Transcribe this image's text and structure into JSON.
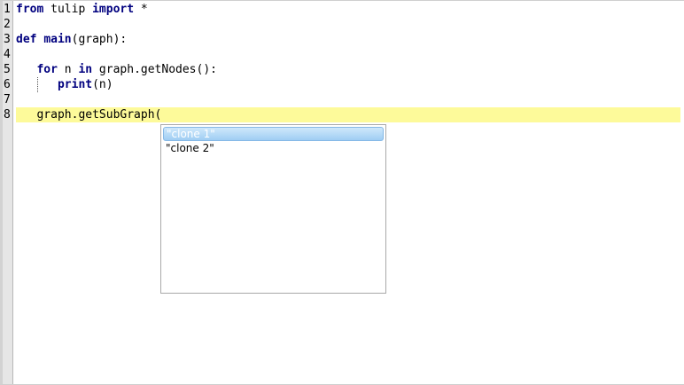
{
  "editor": {
    "line_numbers": [
      "1",
      "2",
      "3",
      "4",
      "5",
      "6",
      "7",
      "8"
    ],
    "lines": [
      {
        "kw1": "from",
        "t1": " tulip ",
        "kw2": "import",
        "t2": " *"
      },
      {},
      {
        "kw1": "def",
        "sp": " ",
        "fn": "main",
        "t1": "(graph):"
      },
      {},
      {
        "indent": "   ",
        "kw1": "for",
        "t1": " n ",
        "kw2": "in",
        "t2": " graph.getNodes():"
      },
      {
        "indent": "      ",
        "kw1": "print",
        "t1": "(n)"
      },
      {},
      {
        "indent": "   ",
        "t1": "graph.getSubGraph("
      }
    ]
  },
  "autocomplete": {
    "items": [
      "\"clone 1\"",
      "\"clone 2\""
    ],
    "selected_index": 0
  }
}
